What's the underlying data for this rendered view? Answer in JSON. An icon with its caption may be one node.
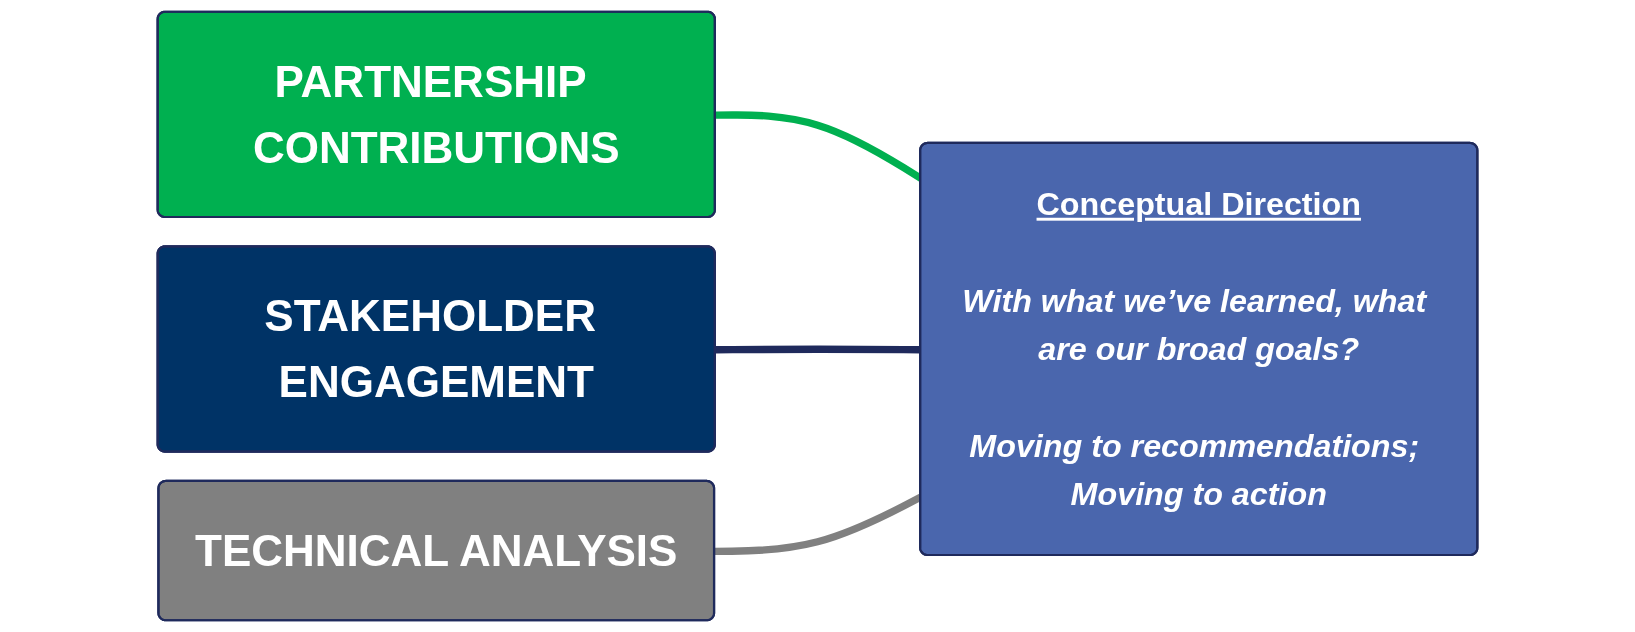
{
  "diagram": {
    "nodes": [
      {
        "text": [
          "PARTNERSHIP CONTRIBUTIONS"
        ]
      },
      {
        "text": [
          "STAKEHOLDER ENGAGEMENT"
        ]
      },
      {
        "text": [
          "TECHNICAL ANALYSIS"
        ]
      },
      {
        "text": [
          "Conceptual Direction",
          "With what we’ve learned, what are our broad goals?",
          "Moving to recommendations; Moving to action"
        ]
      }
    ],
    "edges": [
      {
        "from": 0,
        "to": 3,
        "arrow": "none",
        "color": "#00b050"
      },
      {
        "from": 1,
        "to": 3,
        "arrow": "none",
        "color": "#1f2a5c"
      },
      {
        "from": 2,
        "to": 3,
        "arrow": "none",
        "color": "#808080"
      }
    ]
  }
}
